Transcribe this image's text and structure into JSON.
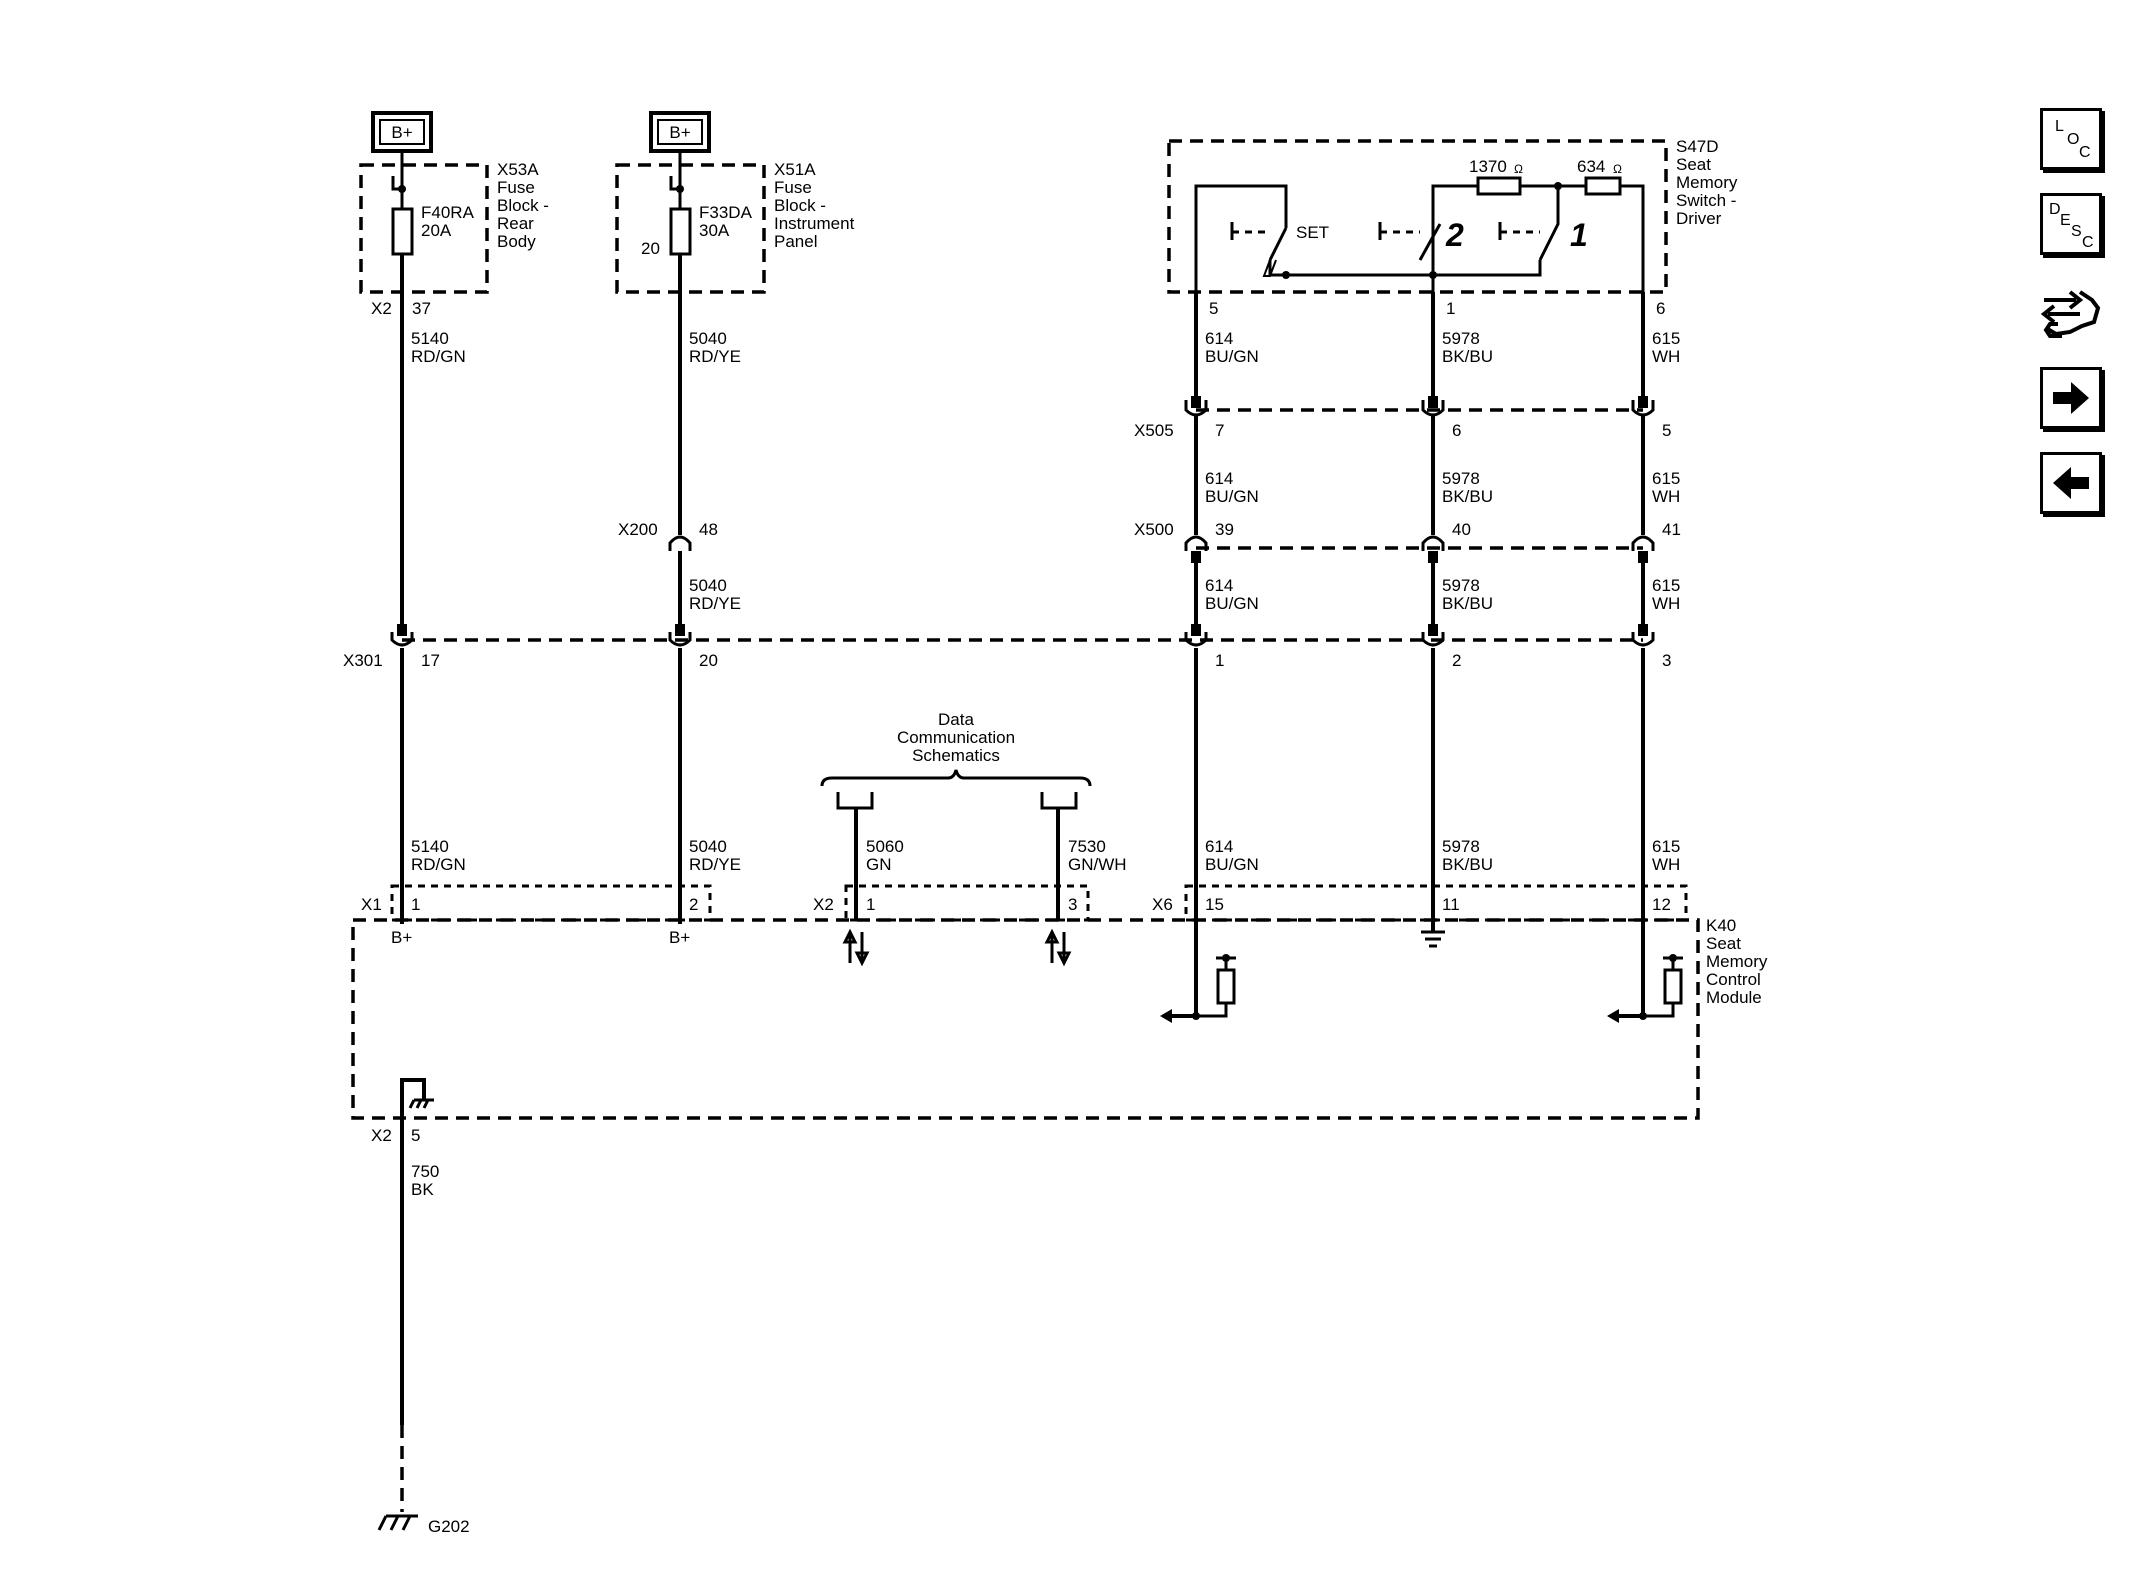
{
  "power": {
    "bplus_left": "B+",
    "bplus_right": "B+"
  },
  "fuse_block_rear": {
    "id": "X53A",
    "line1": "Fuse",
    "line2": "Block -",
    "line3": "Rear",
    "line4": "Body",
    "fuse": "F40RA",
    "amps": "20A",
    "conn": "X2",
    "pin": "37"
  },
  "fuse_block_ip": {
    "id": "X51A",
    "line1": "Fuse",
    "line2": "Block -",
    "line3": "Instrument",
    "line4": "Panel",
    "fuse": "F33DA",
    "amps": "30A",
    "pin": "20"
  },
  "switch": {
    "id": "S47D",
    "line1": "Seat",
    "line2": "Memory",
    "line3": "Switch -",
    "line4": "Driver",
    "r1": "1370",
    "r2": "634",
    "ohm": "Ω",
    "set": "SET",
    "btn2": "2",
    "btn1": "1",
    "pin_a": "5",
    "pin_b": "1",
    "pin_c": "6"
  },
  "wires": {
    "w5140": "5140",
    "c5140": "RD/GN",
    "w5040": "5040",
    "c5040": "RD/YE",
    "w614": "614",
    "c614": "BU/GN",
    "w5978": "5978",
    "c5978": "BK/BU",
    "w615": "615",
    "c615": "WH",
    "w5060": "5060",
    "c5060": "GN",
    "w7530": "7530",
    "c7530": "GN/WH",
    "w750": "750",
    "c750": "BK"
  },
  "connectors": {
    "x505": "X505",
    "x505_p1": "7",
    "x505_p2": "6",
    "x505_p3": "5",
    "x200": "X200",
    "x200_p": "48",
    "x500": "X500",
    "x500_p1": "39",
    "x500_p2": "40",
    "x500_p3": "41",
    "x301": "X301",
    "x301_p1": "17",
    "x301_p2": "20",
    "x301_p3": "1",
    "x301_p4": "2",
    "x301_p5": "3"
  },
  "data_comm": {
    "line1": "Data",
    "line2": "Communication",
    "line3": "Schematics"
  },
  "module": {
    "id": "K40",
    "line1": "Seat",
    "line2": "Memory",
    "line3": "Control",
    "line4": "Module",
    "x1": "X1",
    "x1_p1": "1",
    "x1_p2": "2",
    "x2": "X2",
    "x2_p1": "1",
    "x2_p2": "3",
    "x6": "X6",
    "x6_p1": "15",
    "x6_p2": "11",
    "x6_p3": "12",
    "bplus_a": "B+",
    "bplus_b": "B+",
    "gnd_conn": "X2",
    "gnd_pin": "5"
  },
  "ground": {
    "id": "G202"
  },
  "nav": {
    "loc_l": "L",
    "loc_o": "O",
    "loc_c": "C",
    "desc_d": "D",
    "desc_e": "E",
    "desc_s": "S",
    "desc_c": "C"
  }
}
